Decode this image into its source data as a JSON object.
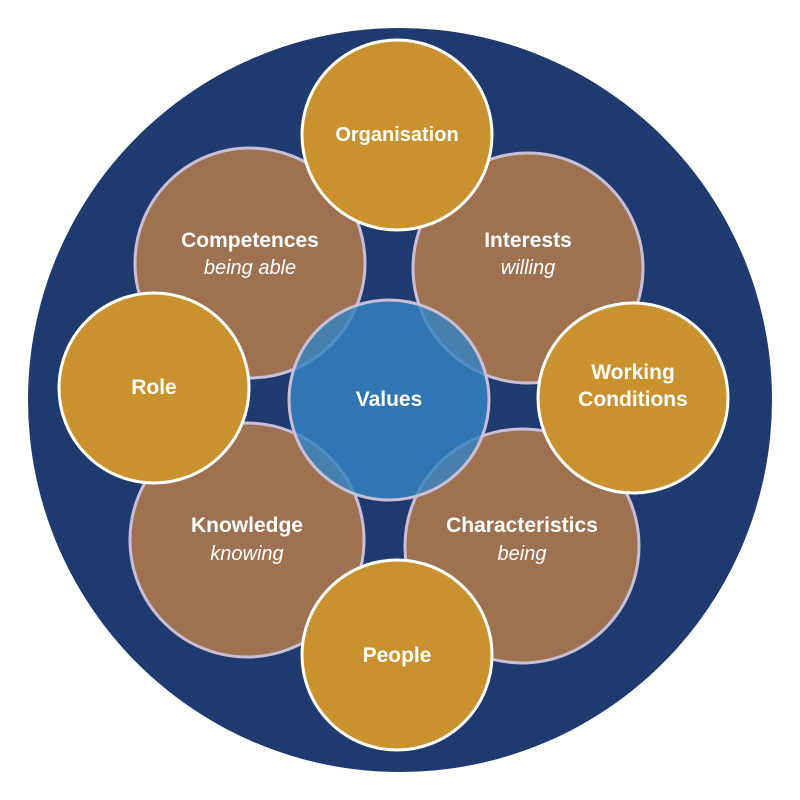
{
  "colors": {
    "background_disc": "#1f3a6e",
    "brown_circle": "#9e7150",
    "gold_circle": "#c9922e",
    "center_circle": "#3584c2",
    "outline": "#ffffff",
    "brown_outline": "#c9bfd8"
  },
  "center": {
    "label": "Values"
  },
  "inner_circles": [
    {
      "label": "Competences",
      "sublabel": "being able"
    },
    {
      "label": "Interests",
      "sublabel": "willing"
    },
    {
      "label": "Knowledge",
      "sublabel": "knowing"
    },
    {
      "label": "Characteristics",
      "sublabel": "being"
    }
  ],
  "outer_circles": [
    {
      "label": "Organisation"
    },
    {
      "label": "Role"
    },
    {
      "label": "Working",
      "label2": "Conditions"
    },
    {
      "label": "People"
    }
  ]
}
